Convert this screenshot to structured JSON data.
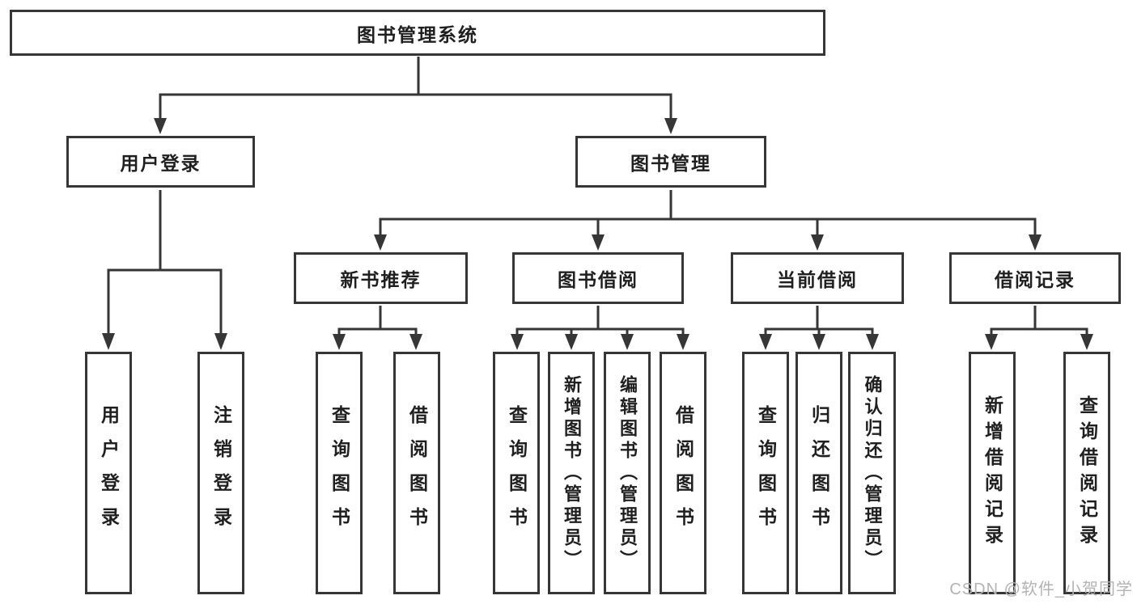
{
  "root": {
    "label": "图书管理系统"
  },
  "level2": [
    {
      "label": "用户登录"
    },
    {
      "label": "图书管理"
    }
  ],
  "level3": [
    {
      "label": "新书推荐",
      "parent": "图书管理"
    },
    {
      "label": "图书借阅",
      "parent": "图书管理"
    },
    {
      "label": "当前借阅",
      "parent": "图书管理"
    },
    {
      "label": "借阅记录",
      "parent": "图书管理"
    }
  ],
  "leaves": [
    {
      "label": "用户登录",
      "parent": "用户登录"
    },
    {
      "label": "注销登录",
      "parent": "用户登录"
    },
    {
      "label": "查询图书",
      "parent": "新书推荐"
    },
    {
      "label": "借阅图书",
      "parent": "新书推荐"
    },
    {
      "label": "查询图书",
      "parent": "图书借阅"
    },
    {
      "label": "新增图书（管理员）",
      "parent": "图书借阅"
    },
    {
      "label": "编辑图书（管理员）",
      "parent": "图书借阅"
    },
    {
      "label": "借阅图书",
      "parent": "图书借阅"
    },
    {
      "label": "查询图书",
      "parent": "当前借阅"
    },
    {
      "label": "归还图书",
      "parent": "当前借阅"
    },
    {
      "label": "确认归还（管理员）",
      "parent": "当前借阅"
    },
    {
      "label": "新增借阅记录",
      "parent": "借阅记录"
    },
    {
      "label": "查询借阅记录",
      "parent": "借阅记录"
    }
  ],
  "watermark": "CSDN @软件_小贺同学",
  "colors": {
    "line": "#363636",
    "text": "#1f1f1f",
    "watermark": "#b3b3b3",
    "background": "#ffffff"
  }
}
